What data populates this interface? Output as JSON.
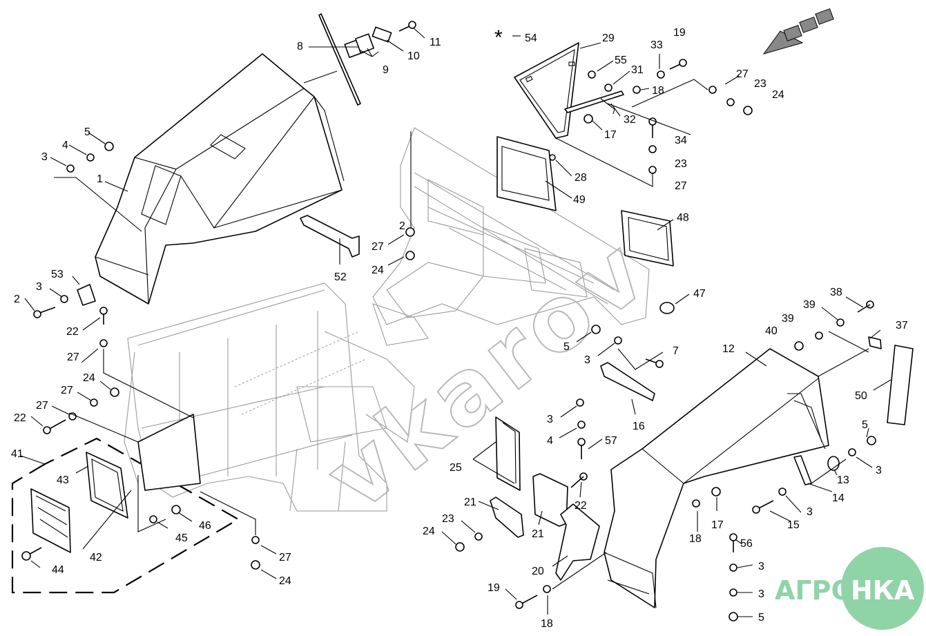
{
  "watermark": "vkarov",
  "logo": {
    "text_left": "АГРО",
    "text_right": "НКА",
    "color": "#8ed4a6"
  },
  "footnote_symbol": "*",
  "labels": {
    "l1": "1",
    "l2a": "2",
    "l3a": "3",
    "l3b": "3",
    "l4a": "4",
    "l5a": "5",
    "l53": "53",
    "l22a": "22",
    "l27a": "27",
    "l8": "8",
    "l9": "9",
    "l10": "10",
    "l11": "11",
    "l52": "52",
    "l2b": "2",
    "l27b": "27",
    "l24a": "24",
    "l54": "54",
    "l29": "29",
    "l55": "55",
    "l31": "31",
    "l33": "33",
    "l19a": "19",
    "l18a": "18",
    "l32": "32",
    "l17a": "17",
    "l27c": "27",
    "l23a": "23",
    "l24b": "24",
    "l34": "34",
    "l23b": "23",
    "l27d": "27",
    "l28": "28",
    "l49": "49",
    "l48": "48",
    "l47": "47",
    "l38": "38",
    "l39a": "39",
    "l39b": "39",
    "l40": "40",
    "l37": "37",
    "l12": "12",
    "l50": "50",
    "l5b": "5",
    "l3c": "3",
    "l7": "7",
    "l16": "16",
    "l3d": "3",
    "l4b": "4",
    "l57": "57",
    "l25": "25",
    "l22b": "22",
    "l21a": "21",
    "l21b": "21",
    "l23c": "23",
    "l24c": "24",
    "l20": "20",
    "l5c": "5",
    "l3e": "3",
    "l13": "13",
    "l14": "14",
    "l3f": "3",
    "l15": "15",
    "l18b": "18",
    "l17b": "17",
    "l56": "56",
    "l3g": "3",
    "l3h": "3",
    "l5d": "5",
    "l19b": "19",
    "l18c": "18",
    "l24d": "24",
    "l27e": "27",
    "l22c": "22",
    "l27f": "27",
    "l41": "41",
    "l43": "43",
    "l42": "42",
    "l44": "44",
    "l45": "45",
    "l46": "46",
    "l27g": "27",
    "l24e": "24"
  }
}
